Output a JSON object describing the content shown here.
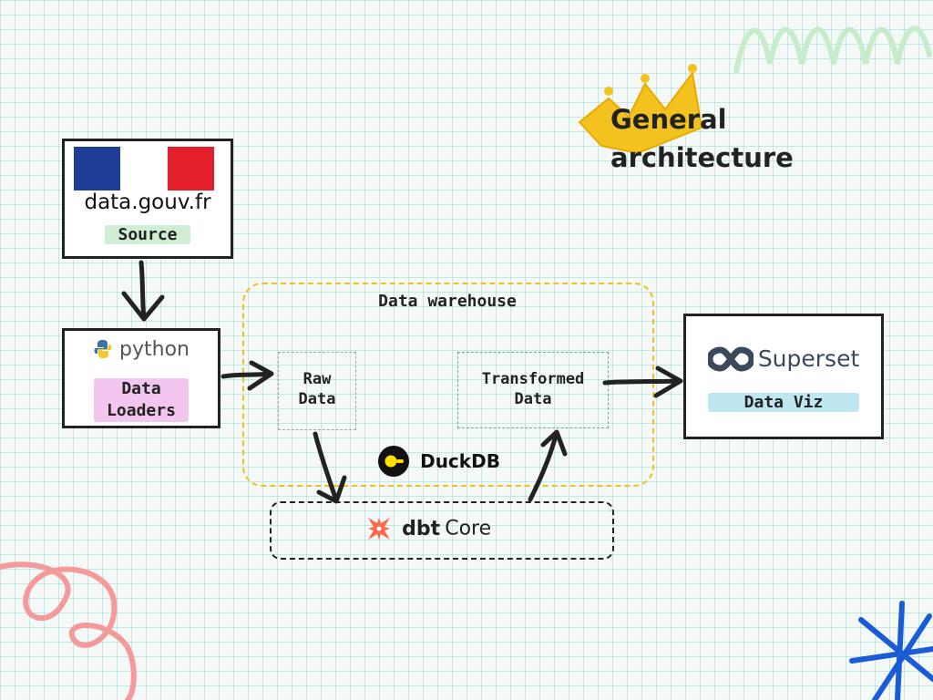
{
  "title": {
    "line1": "General",
    "line2": "architecture"
  },
  "source": {
    "logo_text": "data.gouv.fr",
    "label": "Source"
  },
  "loaders": {
    "logo_text": "python",
    "label_line1": "Data",
    "label_line2": "Loaders"
  },
  "warehouse": {
    "title": "Data warehouse",
    "raw_line1": "Raw",
    "raw_line2": "Data",
    "transformed_line1": "Transformed",
    "transformed_line2": "Data",
    "engine": "DuckDB"
  },
  "dbt": {
    "brand": "dbt",
    "suffix": "Core"
  },
  "viz": {
    "logo_text": "Superset",
    "label": "Data Viz"
  },
  "colors": {
    "flag_blue": "#1f3f96",
    "flag_white": "#ffffff",
    "flag_red": "#e41f2c",
    "source_highlight": "#cfeed3",
    "loaders_highlight": "#f2c6ee",
    "viz_highlight": "#bfe7f2",
    "warehouse_border": "#f0c020",
    "transformed_border": "#4fb98a",
    "dbt_orange": "#ff694a",
    "crown": "#f4c21f",
    "arrow": "#222222"
  }
}
